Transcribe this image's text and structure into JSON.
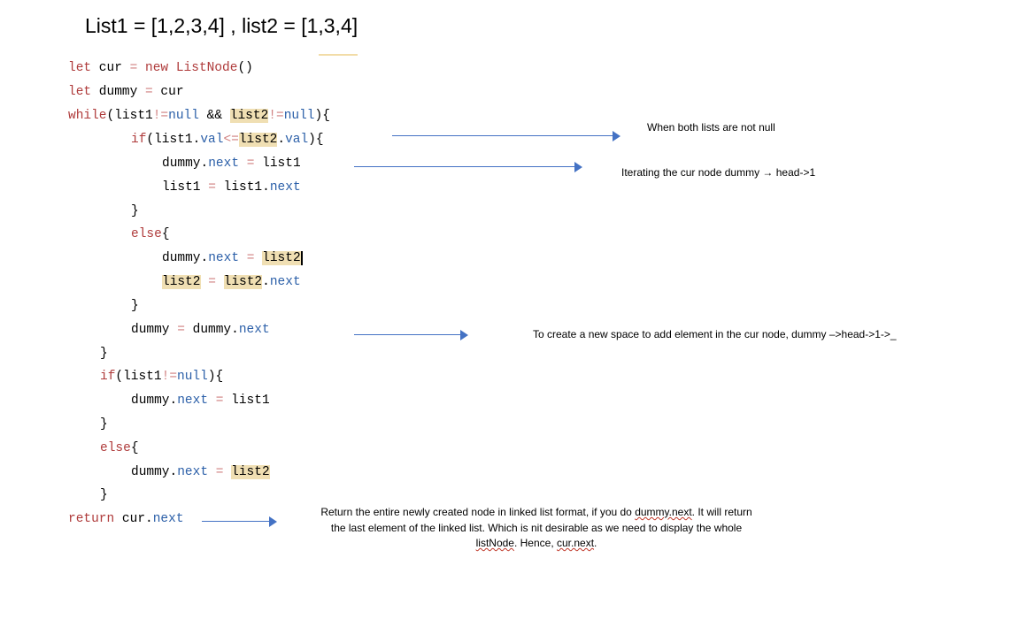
{
  "title": "List1 = [1,2,3,4] , list2 = [1,3,4]",
  "code": {
    "l1": {
      "kw1": "let",
      "var": " cur ",
      "eq": "=",
      "kw2": " new ",
      "fn": "ListNode",
      "rest": "()"
    },
    "l2": {
      "kw": "let",
      "var": " dummy ",
      "eq": "=",
      "rest": " cur"
    },
    "l3": {
      "kw": "while",
      "a": "(list1",
      "op1": "!=",
      "nul1": "null",
      "and": " && ",
      "hl": "list2",
      "op2": "!=",
      "nul2": "null",
      "end": "){"
    },
    "l4": {
      "kw": "if",
      "a": "(list1.",
      "prop1": "val",
      "op": "<=",
      "hl": "list2",
      "b": ".",
      "prop2": "val",
      "end": "){"
    },
    "l5": {
      "a": "dummy.",
      "prop": "next",
      "eq": " = ",
      "rest": "list1"
    },
    "l6": {
      "a": "list1 ",
      "eq": "=",
      "b": " list1.",
      "prop": "next"
    },
    "l7": {
      "text": "}"
    },
    "l8": {
      "kw": "else",
      "end": "{"
    },
    "l9": {
      "a": "dummy.",
      "prop": "next",
      "eq": " = ",
      "hl": "list2"
    },
    "l10": {
      "hl1": "list2",
      "eq": " = ",
      "hl2": "list2",
      "b": ".",
      "prop": "next"
    },
    "l11": {
      "text": "}"
    },
    "l12": {
      "a": "dummy ",
      "eq": "=",
      "b": " dummy.",
      "prop": "next"
    },
    "l13": {
      "text": "}"
    },
    "l14": {
      "kw": "if",
      "a": "(list1",
      "op": "!=",
      "nul": "null",
      "end": "){"
    },
    "l15": {
      "a": "dummy.",
      "prop": "next",
      "eq": " = ",
      "rest": "list1"
    },
    "l16": {
      "text": "}"
    },
    "l17": {
      "kw": "else",
      "end": "{"
    },
    "l18": {
      "a": "dummy.",
      "prop": "next",
      "eq": " = ",
      "hl": "list2"
    },
    "l19": {
      "text": "}"
    },
    "l20": {
      "kw": "return",
      "a": " cur.",
      "prop": "next"
    }
  },
  "notes": {
    "n1": "When both lists are not null",
    "n2": "Iterating the cur node   dummy → head->1",
    "n3": "To create a new space to add element in the cur node, dummy –>head->1->_",
    "n4": {
      "p1": "Return the entire newly created node in linked list format, if you do ",
      "s1": "dummy.next",
      "p2": ". It will return the last element of the linked list. Which is nit desirable as we need to display the whole ",
      "s2": "listNode",
      "p3": ". Hence, ",
      "s3": "cur.next",
      "p4": "."
    }
  },
  "colors": {
    "arrow": "#4472c4",
    "highlight": "#f0dfb3",
    "keyword": "#af3b3b"
  }
}
